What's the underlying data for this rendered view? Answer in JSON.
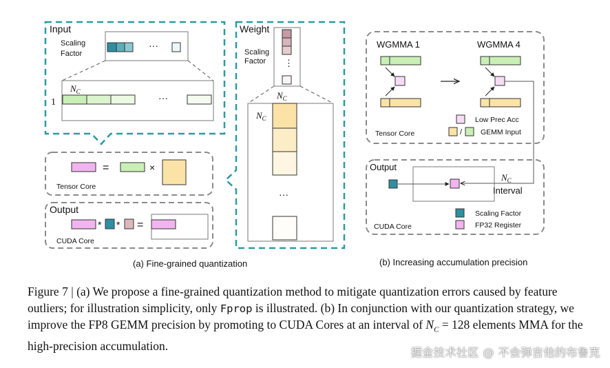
{
  "figure": {
    "input_panel": {
      "title": "Input",
      "scaling_factor_label_line1": "Scaling",
      "scaling_factor_label_line2": "Factor",
      "ellipsis": "···",
      "row_index": "1",
      "nc_label": "N",
      "nc_sub": "C"
    },
    "weight_panel": {
      "title": "Weight",
      "scaling_factor_label_line1": "Scaling",
      "scaling_factor_label_line2": "Factor",
      "ellipsis_top": "⋮",
      "ellipsis_bottom": "···",
      "nc_label": "N",
      "nc_sub": "C"
    },
    "tensor_core_panel": {
      "label": "Tensor Core",
      "equals": "=",
      "times": "×"
    },
    "output_panel_a": {
      "title": "Output",
      "core_label": "CUDA Core",
      "star": "*",
      "equals": "="
    },
    "wgmma_panel": {
      "left_title": "WGMMA 1",
      "right_title": "WGMMA 4",
      "core_label": "Tensor Core",
      "legend_low_prec": "Low Prec Acc",
      "legend_slash": "/",
      "legend_gemm_input": "GEMM Input"
    },
    "output_panel_b": {
      "title": "Output",
      "core_label": "CUDA Core",
      "nc_label": "N",
      "nc_sub": "C",
      "interval": "Interval",
      "legend_scaling": "Scaling Factor",
      "legend_fp32": "FP32 Register"
    },
    "sub_caption_a": "(a) Fine-grained quantization",
    "sub_caption_b": "(b) Increasing accumulation precision"
  },
  "caption": {
    "part1": "Figure 7 | (a) We propose a fine-grained quantization method to mitigate quantization errors caused by feature outliers; for illustration simplicity, only ",
    "code": "Fprop",
    "part2": " is illustrated. (b) In conjunction with our quantization strategy, we improve the FP8 GEMM precision by promoting to CUDA Cores at an interval of ",
    "math_n": "N",
    "math_sub": "C",
    "part3": " = 128 elements MMA for the high-precision accumulation."
  },
  "watermark": "掘金技术社区 @ 不会弹吉他的布鲁克",
  "colors": {
    "teal_dash": "#2a9aa0",
    "gray_dash": "#8a8a8a",
    "green": "#c9efb6",
    "green_light": "#e3f6d6",
    "orange": "#fbe3a8",
    "orange_light": "#fdf0cf",
    "pink": "#f2b4ef",
    "pink_light": "#f7dcf6",
    "teal_fill": "#2f8fa0",
    "mauve": "#dbb7be"
  }
}
